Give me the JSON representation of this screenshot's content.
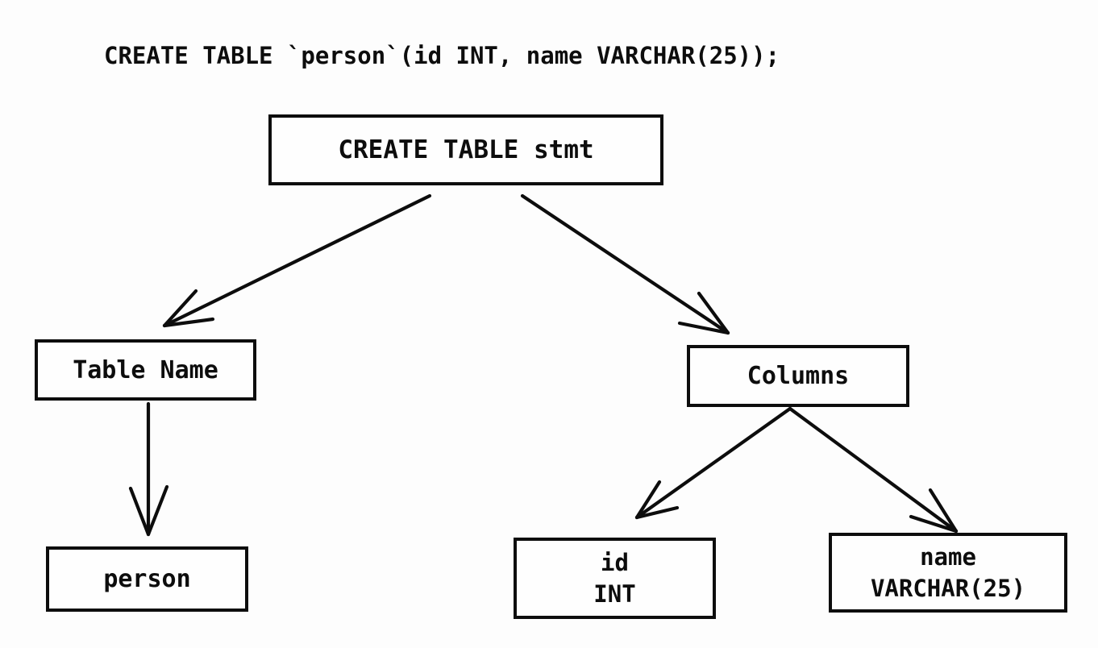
{
  "colors": {
    "ink": "#0d0d0d",
    "background": "#fdfdfd",
    "node_fill": "#fefefe"
  },
  "sql_statement": "CREATE TABLE `person`(id INT, name VARCHAR(25));",
  "tree": {
    "root": {
      "label": "CREATE TABLE stmt"
    },
    "table_name": {
      "label": "Table Name"
    },
    "columns": {
      "label": "Columns"
    },
    "person": {
      "label": "person"
    },
    "column_id": {
      "name": "id",
      "type": "INT"
    },
    "column_name": {
      "name": "name",
      "type": "VARCHAR(25)"
    }
  },
  "edges": [
    {
      "from": "root",
      "to": "table_name"
    },
    {
      "from": "root",
      "to": "columns"
    },
    {
      "from": "table_name",
      "to": "person"
    },
    {
      "from": "columns",
      "to": "column_id"
    },
    {
      "from": "columns",
      "to": "column_name"
    }
  ]
}
